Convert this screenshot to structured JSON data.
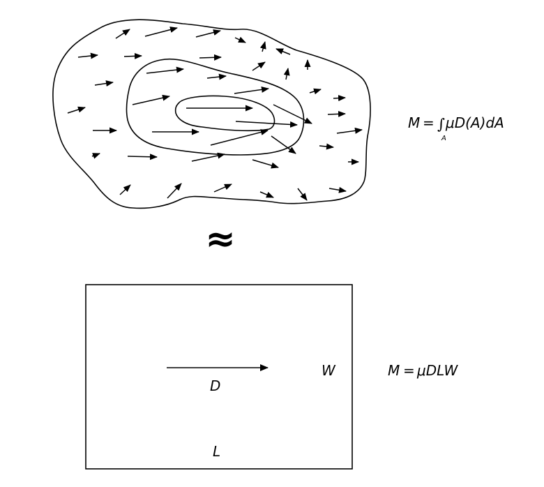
{
  "colors": {
    "stroke": "#000000",
    "background": "#ffffff"
  },
  "top_figure": {
    "equation": {
      "lhs": "M",
      "equals": "=",
      "integral_sign": "∫",
      "integral_subscript": "A",
      "integrand": "μD(A)dA"
    }
  },
  "approx_symbol": "≈",
  "bottom_figure": {
    "label_D": "D",
    "label_W": "W",
    "label_L": "L",
    "equation": {
      "lhs": "M",
      "equals": "=",
      "rhs": "μDLW"
    }
  }
}
